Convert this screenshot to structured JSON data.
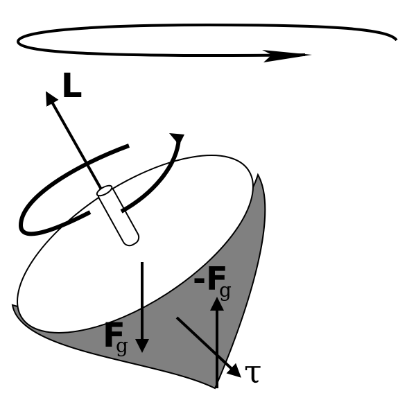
{
  "labels": {
    "angular_momentum": "L",
    "gravity": "F",
    "gravity_sub": "g",
    "normal_force": "-F",
    "normal_force_sub": "g",
    "torque": "τ"
  },
  "colors": {
    "stroke": "#000000",
    "top_body_shade": "#808080",
    "top_face": "#ffffff",
    "background": "#ffffff"
  }
}
